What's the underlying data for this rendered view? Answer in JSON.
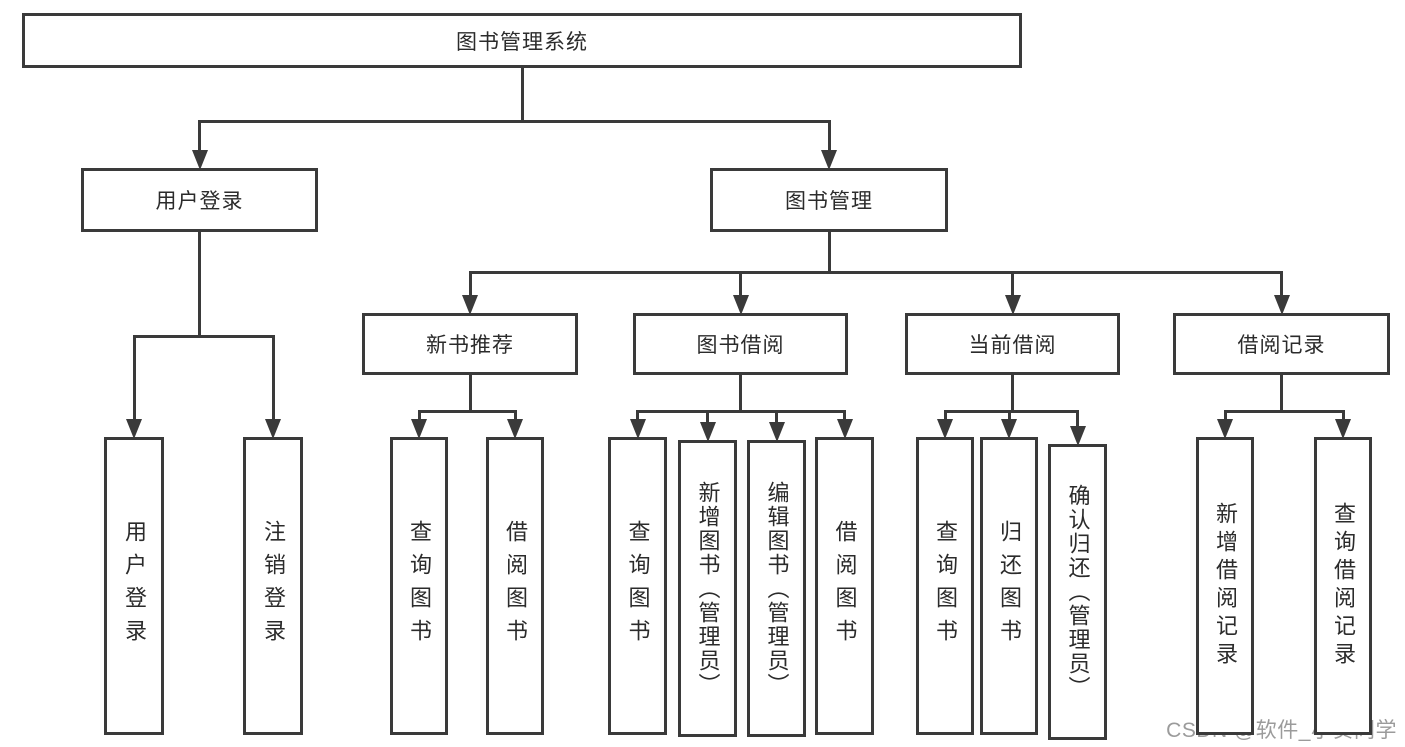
{
  "diagram": {
    "title": "图书管理系统",
    "watermark": "CSDN @软件_小贺同学",
    "colors": {
      "background": "#ffffff",
      "line": "#3a3a3a",
      "text": "#2b2b2b",
      "watermark": "#9b9b9b"
    },
    "nodes": [
      {
        "id": "root",
        "label": "图书管理系统",
        "parent": null
      },
      {
        "id": "user-login",
        "label": "用户登录",
        "parent": "root"
      },
      {
        "id": "book-mgmt",
        "label": "图书管理",
        "parent": "root"
      },
      {
        "id": "new-book-rec",
        "label": "新书推荐",
        "parent": "book-mgmt"
      },
      {
        "id": "book-borrow",
        "label": "图书借阅",
        "parent": "book-mgmt"
      },
      {
        "id": "current-borrow",
        "label": "当前借阅",
        "parent": "book-mgmt"
      },
      {
        "id": "borrow-records",
        "label": "借阅记录",
        "parent": "book-mgmt"
      },
      {
        "id": "leaf-user-login",
        "label": "用户登录",
        "parent": "user-login"
      },
      {
        "id": "leaf-logout",
        "label": "注销登录",
        "parent": "user-login"
      },
      {
        "id": "leaf-query-books-1",
        "label": "查询图书",
        "parent": "new-book-rec"
      },
      {
        "id": "leaf-borrow-books-1",
        "label": "借阅图书",
        "parent": "new-book-rec"
      },
      {
        "id": "leaf-query-books-2",
        "label": "查询图书",
        "parent": "book-borrow"
      },
      {
        "id": "leaf-add-books",
        "label": "新增图书（管理员）",
        "parent": "book-borrow"
      },
      {
        "id": "leaf-edit-books",
        "label": "编辑图书（管理员）",
        "parent": "book-borrow"
      },
      {
        "id": "leaf-borrow-books-2",
        "label": "借阅图书",
        "parent": "book-borrow"
      },
      {
        "id": "leaf-query-books-3",
        "label": "查询图书",
        "parent": "current-borrow"
      },
      {
        "id": "leaf-return-books",
        "label": "归还图书",
        "parent": "current-borrow"
      },
      {
        "id": "leaf-confirm-return",
        "label": "确认归还（管理员）",
        "parent": "current-borrow"
      },
      {
        "id": "leaf-add-borrow-record",
        "label": "新增借阅记录",
        "parent": "borrow-records"
      },
      {
        "id": "leaf-query-borrow-record",
        "label": "查询借阅记录",
        "parent": "borrow-records"
      }
    ]
  }
}
